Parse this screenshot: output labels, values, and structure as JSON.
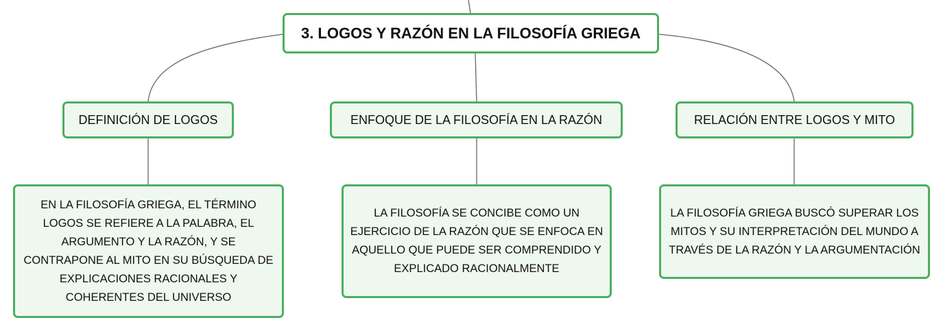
{
  "root": {
    "label": "3. LOGOS Y RAZÓN EN LA FILOSOFÍA GRIEGA"
  },
  "topics": [
    {
      "label": "DEFINICIÓN DE LOGOS",
      "detail": "EN LA FILOSOFÍA GRIEGA, EL TÉRMINO LOGOS SE REFIERE A LA PALABRA, EL ARGUMENTO Y LA RAZÓN, Y SE CONTRAPONE AL MITO EN SU BÚSQUEDA DE EXPLICACIONES RACIONALES Y COHERENTES DEL UNIVERSO"
    },
    {
      "label": "ENFOQUE DE LA FILOSOFÍA EN LA RAZÓN",
      "detail": "LA FILOSOFÍA SE CONCIBE COMO UN EJERCICIO DE LA RAZÓN QUE SE ENFOCA EN AQUELLO QUE PUEDE SER COMPRENDIDO Y EXPLICADO RACIONALMENTE"
    },
    {
      "label": "RELACIÓN ENTRE LOGOS Y MITO",
      "detail": "LA FILOSOFÍA GRIEGA BUSCÓ SUPERAR LOS MITOS Y SU INTERPRETACIÓN DEL MUNDO A TRAVÉS DE LA RAZÓN Y LA ARGUMENTACIÓN"
    }
  ],
  "colors": {
    "border": "#4caf62",
    "fill": "#eef8ef",
    "connector": "#666666"
  }
}
